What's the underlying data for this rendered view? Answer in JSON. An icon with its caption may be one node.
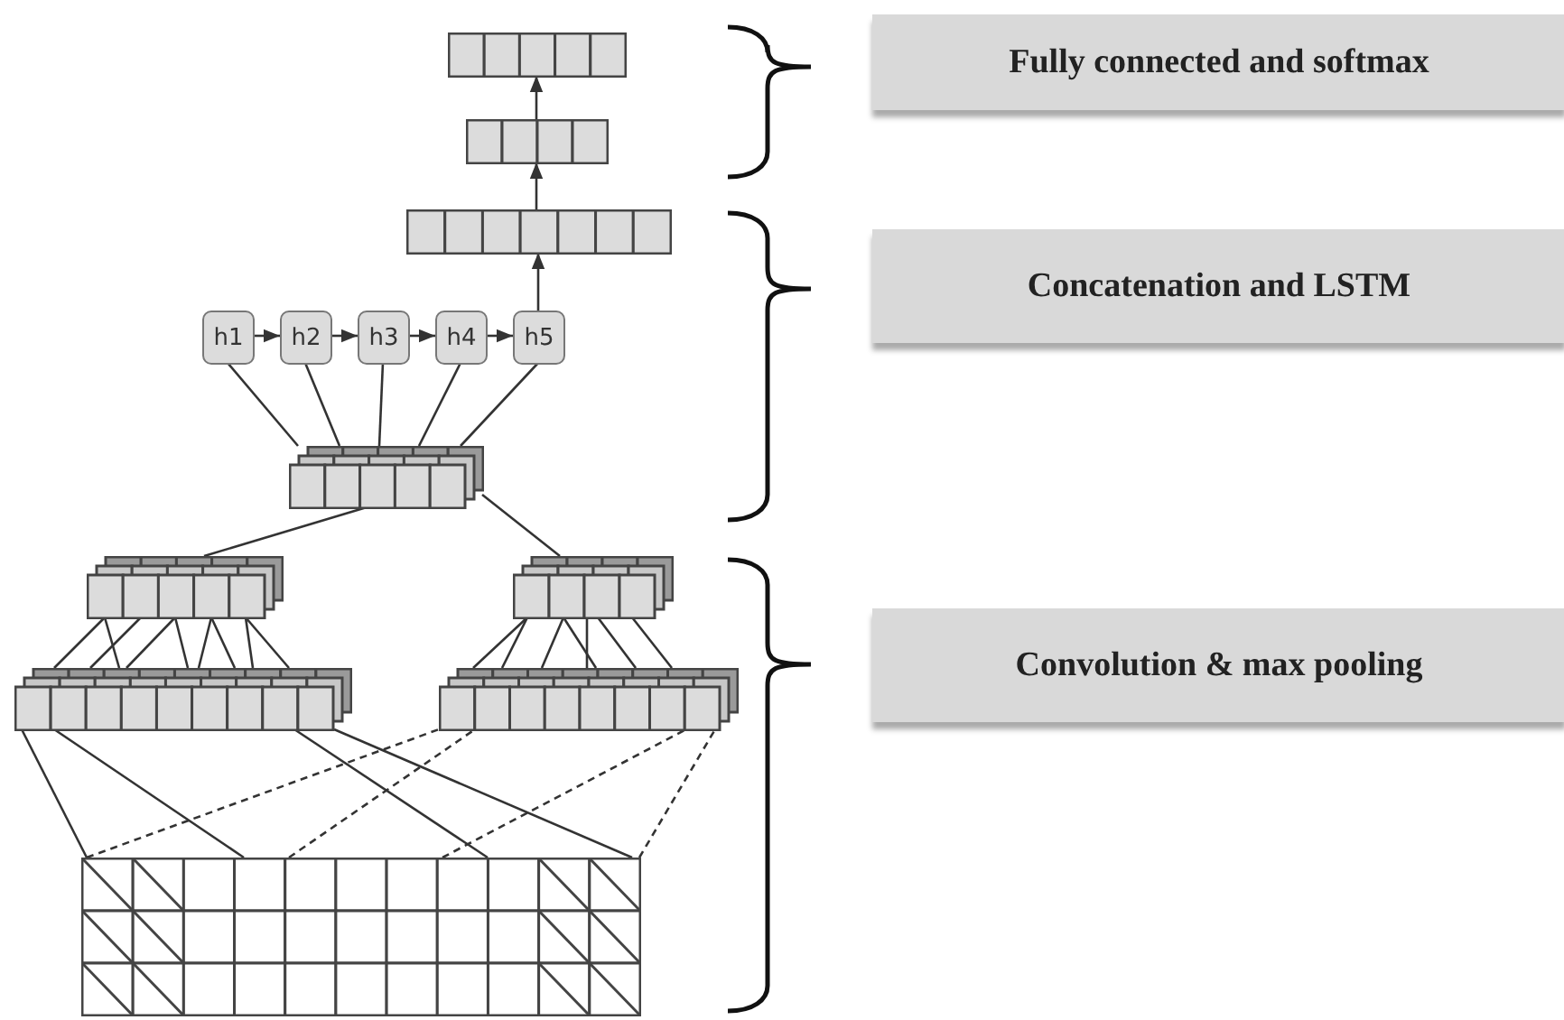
{
  "diagram": {
    "nodes": [
      {
        "text": [],
        "shape": "bar"
      },
      {
        "text": [],
        "shape": "bar"
      },
      {
        "text": [],
        "shape": "bar"
      },
      {
        "text": [
          "h1"
        ]
      },
      {
        "text": [
          "h2"
        ]
      },
      {
        "text": [
          "h3"
        ]
      },
      {
        "text": [
          "h4"
        ]
      },
      {
        "text": [
          "h5"
        ]
      },
      {
        "text": [],
        "shape": "bar"
      },
      {
        "text": [],
        "shape": "bar"
      },
      {
        "text": [],
        "shape": "bar"
      },
      {
        "text": [],
        "shape": "bar"
      },
      {
        "text": [],
        "shape": "bar"
      },
      {
        "text": [],
        "shape": "box"
      },
      {
        "text": [
          "Fully connected and softmax"
        ]
      },
      {
        "text": [
          "Concatenation and LSTM"
        ]
      },
      {
        "text": [
          "Convolution & max pooling"
        ]
      }
    ],
    "edges": [
      {
        "from": 1,
        "to": 0,
        "arrow": "to"
      },
      {
        "from": 2,
        "to": 1,
        "arrow": "to"
      },
      {
        "from": 7,
        "to": 2,
        "arrow": "to"
      },
      {
        "from": 3,
        "to": 4,
        "arrow": "to"
      },
      {
        "from": 4,
        "to": 5,
        "arrow": "to"
      },
      {
        "from": 5,
        "to": 6,
        "arrow": "to"
      },
      {
        "from": 6,
        "to": 7,
        "arrow": "to"
      },
      {
        "from": 8,
        "to": 3,
        "arrow": "none"
      },
      {
        "from": 8,
        "to": 4,
        "arrow": "none"
      },
      {
        "from": 8,
        "to": 5,
        "arrow": "none"
      },
      {
        "from": 8,
        "to": 6,
        "arrow": "none"
      },
      {
        "from": 8,
        "to": 7,
        "arrow": "none"
      },
      {
        "from": 9,
        "to": 8,
        "arrow": "none"
      },
      {
        "from": 10,
        "to": 8,
        "arrow": "none"
      },
      {
        "from": 11,
        "to": 9,
        "arrow": "none"
      },
      {
        "from": 11,
        "to": 9,
        "arrow": "none"
      },
      {
        "from": 11,
        "to": 9,
        "arrow": "none"
      },
      {
        "from": 11,
        "to": 9,
        "arrow": "none"
      },
      {
        "from": 11,
        "to": 9,
        "arrow": "none"
      },
      {
        "from": 11,
        "to": 9,
        "arrow": "none"
      },
      {
        "from": 11,
        "to": 9,
        "arrow": "none"
      },
      {
        "from": 11,
        "to": 9,
        "arrow": "none"
      },
      {
        "from": 11,
        "to": 9,
        "arrow": "none"
      },
      {
        "from": 12,
        "to": 10,
        "arrow": "none"
      },
      {
        "from": 12,
        "to": 10,
        "arrow": "none"
      },
      {
        "from": 12,
        "to": 10,
        "arrow": "none"
      },
      {
        "from": 12,
        "to": 10,
        "arrow": "none"
      },
      {
        "from": 12,
        "to": 10,
        "arrow": "none"
      },
      {
        "from": 12,
        "to": 10,
        "arrow": "none"
      },
      {
        "from": 12,
        "to": 10,
        "arrow": "none"
      },
      {
        "from": 13,
        "to": 11,
        "arrow": "none"
      },
      {
        "from": 13,
        "to": 11,
        "arrow": "none"
      },
      {
        "from": 13,
        "to": 11,
        "arrow": "none"
      },
      {
        "from": 13,
        "to": 11,
        "arrow": "none"
      },
      {
        "from": 13,
        "to": 12,
        "arrow": "none",
        "style": "dashed"
      },
      {
        "from": 13,
        "to": 12,
        "arrow": "none",
        "style": "dashed"
      },
      {
        "from": 13,
        "to": 12,
        "arrow": "none",
        "style": "dashed"
      },
      {
        "from": 13,
        "to": 12,
        "arrow": "none",
        "style": "dashed"
      }
    ]
  }
}
